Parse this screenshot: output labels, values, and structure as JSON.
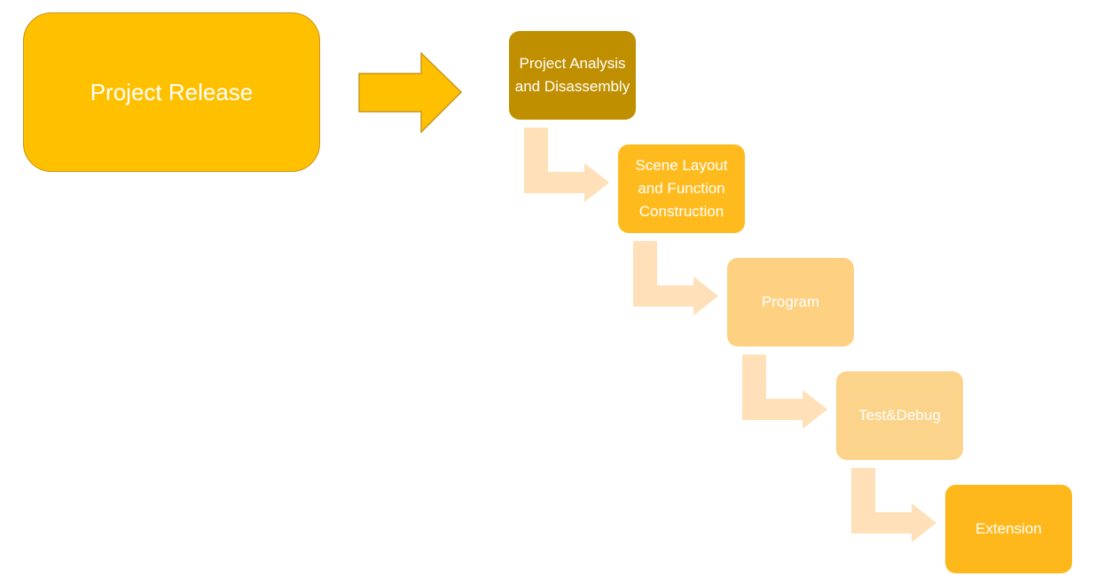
{
  "release": {
    "label": "Project Release"
  },
  "steps": [
    {
      "label": "Project Analysis and Disassembly"
    },
    {
      "label": "Scene Layout and Function Construction"
    },
    {
      "label": "Program"
    },
    {
      "label": "Test&Debug"
    },
    {
      "label": "Extension"
    }
  ],
  "colors": {
    "release_fill": "#FFC000",
    "release_border": "#C9961A",
    "arrow_main": "#FFC000",
    "arrow_connector": "#FFE0B8"
  }
}
